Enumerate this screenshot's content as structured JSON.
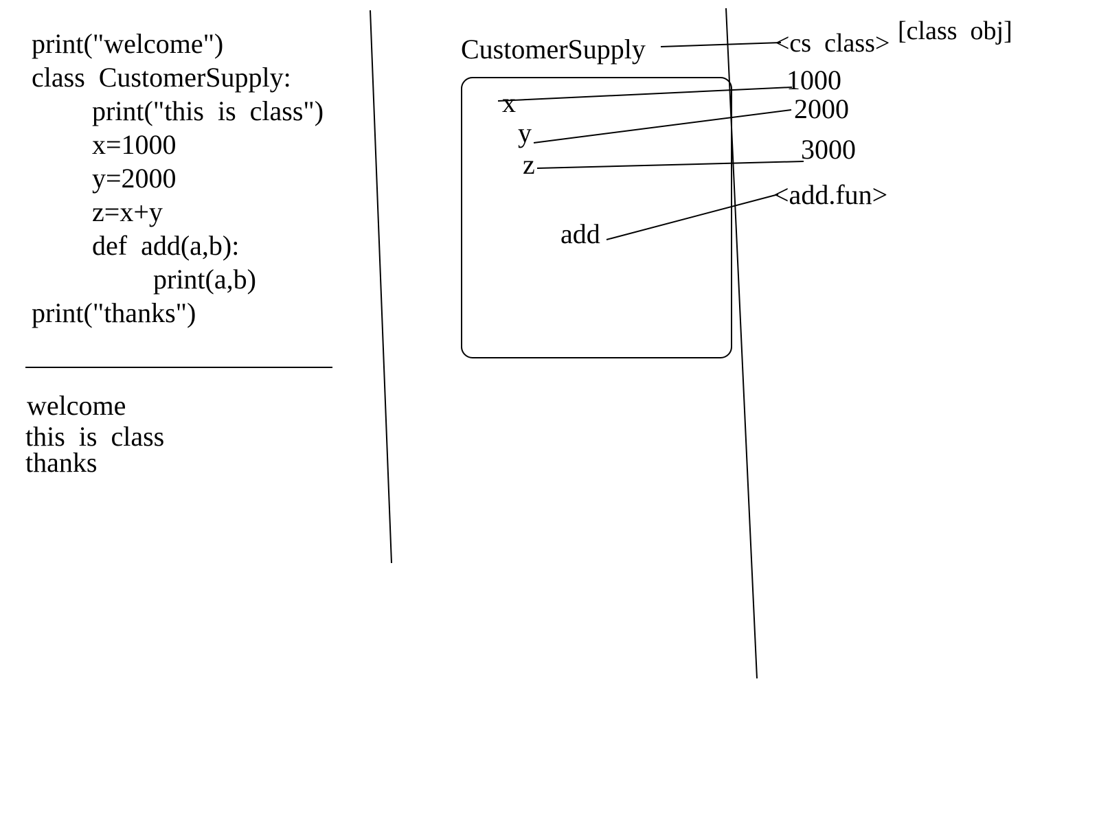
{
  "code": {
    "lines": [
      "print(\"welcome\")",
      "class  CustomerSupply:",
      "print(\"this  is  class\")",
      "x=1000",
      "y=2000",
      "z=x+y",
      "def  add(a,b):",
      "print(a,b)",
      "print(\"thanks\")"
    ]
  },
  "output": {
    "lines": [
      "welcome",
      "this  is  class",
      "thanks"
    ]
  },
  "namespace": {
    "class_name": "CustomerSupply",
    "variables": [
      "x",
      "y",
      "z"
    ],
    "function": "add"
  },
  "memory": {
    "class_ref": "<cs  class>",
    "class_tag": "[class  obj]",
    "values": [
      "1000",
      "2000",
      "3000"
    ],
    "function_ref": "<add.fun>"
  },
  "colors": {
    "ink": "#000000",
    "paper": "#ffffff"
  }
}
